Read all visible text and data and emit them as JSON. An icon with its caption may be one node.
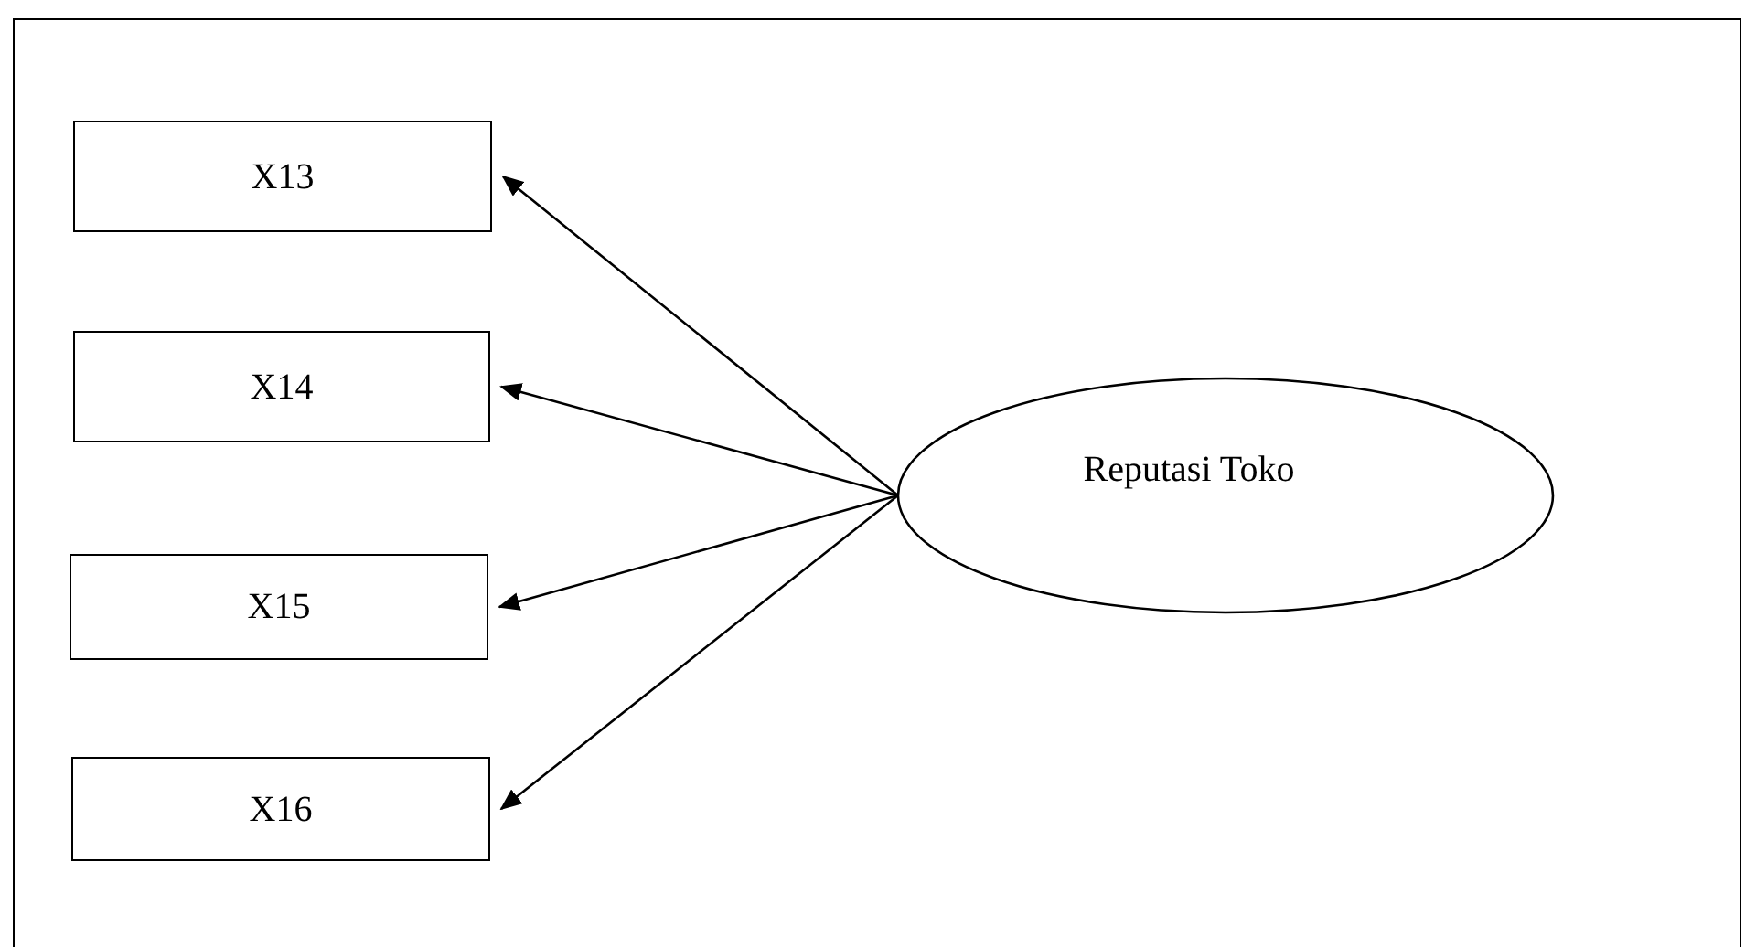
{
  "diagram": {
    "nodes": [
      {
        "text": [
          "X13"
        ]
      },
      {
        "text": [
          "X14"
        ]
      },
      {
        "text": [
          "X15"
        ]
      },
      {
        "text": [
          "X16"
        ]
      },
      {
        "text": [
          "Reputasi Toko"
        ]
      }
    ],
    "edges": [
      {
        "from": 4,
        "to": 0,
        "arrow": "to"
      },
      {
        "from": 4,
        "to": 1,
        "arrow": "to"
      },
      {
        "from": 4,
        "to": 2,
        "arrow": "to"
      },
      {
        "from": 4,
        "to": 3,
        "arrow": "to"
      }
    ]
  }
}
